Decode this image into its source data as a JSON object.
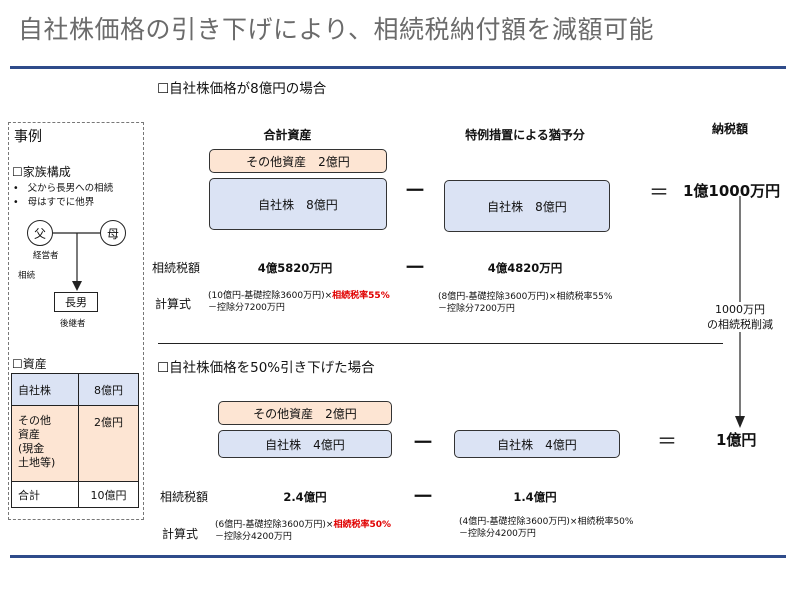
{
  "title": "自社株価格の引き下げにより、相続税納付額を減額可能",
  "case1": {
    "heading": "☐自社株価格が8億円の場合",
    "col_total": "合計資産",
    "col_special": "特例措置による猶予分",
    "col_tax": "納税額",
    "other_asset": "その他資産　2億円",
    "stock": "自社株　8億円",
    "special_stock": "自社株　8億円",
    "minus": "－",
    "equals": "＝",
    "result": "1億1000万円",
    "tax_label": "相続税額",
    "tax_total": "4億5820万円",
    "tax_special": "4億4820万円",
    "calc_label": "計算式",
    "calc_total_1": "(10億円-基礎控除3600万円)×",
    "calc_total_rate": "相続税率55%",
    "calc_total_2": "－控除分7200万円",
    "calc_special_1": "(8億円-基礎控除3600万円)×相続税率55%",
    "calc_special_2": "－控除分7200万円"
  },
  "reduction_note_1": "1000万円",
  "reduction_note_2": "の相続税削減",
  "case2": {
    "heading": "☐自社株価格を50%引き下げた場合",
    "other_asset": "その他資産　2億円",
    "stock": "自社株　4億円",
    "special_stock": "自社株　4億円",
    "minus": "－",
    "equals": "＝",
    "result": "1億円",
    "tax_label": "相続税額",
    "tax_total": "2.4億円",
    "tax_special": "1.4億円",
    "calc_label": "計算式",
    "calc_total_1": "(6億円-基礎控除3600万円)×",
    "calc_total_rate": "相続税率50%",
    "calc_total_2": "－控除分4200万円",
    "calc_special_1": "(4億円-基礎控除3600万円)×相続税率50%",
    "calc_special_2": "－控除分4200万円"
  },
  "sidebar": {
    "title": "事例",
    "family_heading": "☐家族構成",
    "bullets": [
      "父から長男への相続",
      "母はすでに他界"
    ],
    "father": "父",
    "mother": "母",
    "father_role": "経営者",
    "inherit": "相続",
    "son": "長男",
    "son_role": "後継者",
    "assets_heading": "☐資産",
    "assets": [
      {
        "name": "自社株",
        "value": "8億円"
      },
      {
        "name": "その他\n資産\n(現金\n土地等)",
        "value": "2億円"
      },
      {
        "name": "合計",
        "value": "10億円"
      }
    ]
  },
  "colors": {
    "rule": "#2f4b8a",
    "other_asset_fill": "#fde5d3",
    "stock_fill": "#dbe3f4",
    "highlight": "#e00000"
  }
}
